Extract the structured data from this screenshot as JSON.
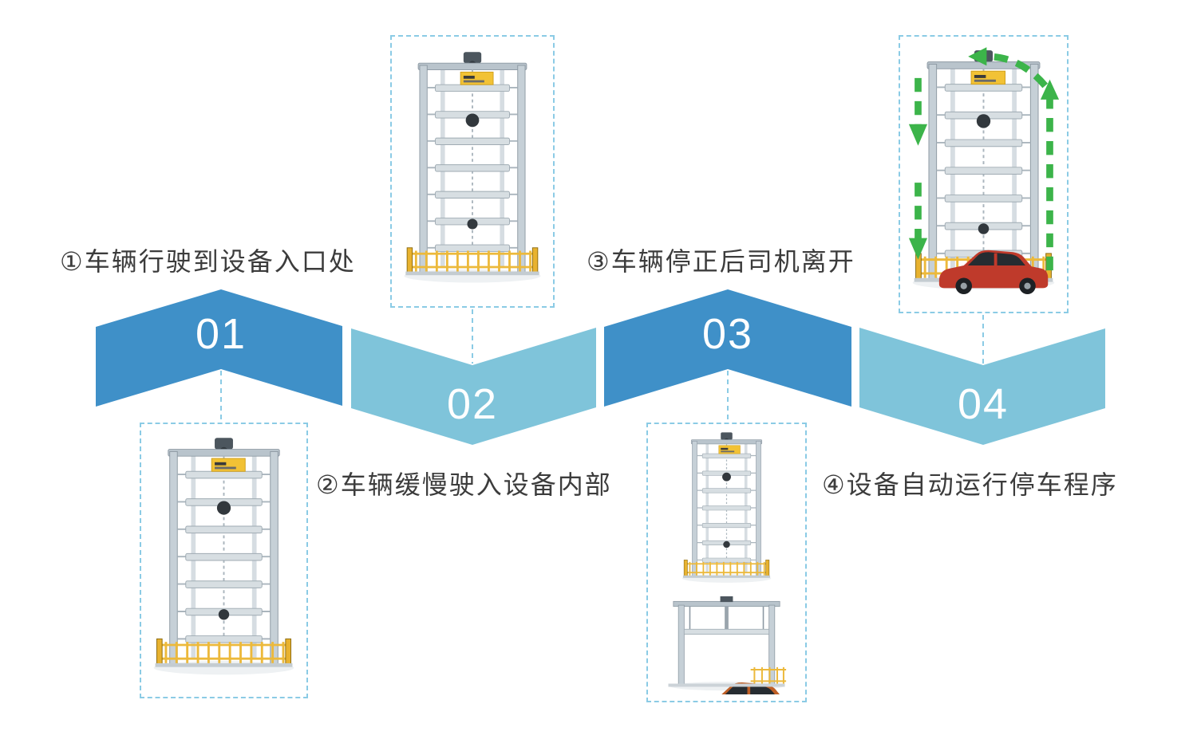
{
  "title": "rotary-parking-process-flow",
  "colors": {
    "chevron_dark": "#3f90c8",
    "chevron_light": "#7fc4da",
    "label_text": "#3c3c3c",
    "number_text": "#ffffff",
    "dashed_border": "#8bcbe5",
    "arrow_green": "#3cb44a",
    "car_red": "#bf3a2b",
    "car_orange": "#bf5f26",
    "fence_yellow": "#ecb93b"
  },
  "steps": [
    {
      "number": "01",
      "label": "①车辆行驶到设备入口处",
      "color": "#3f90c8"
    },
    {
      "number": "02",
      "label": "②车辆缓慢驶入设备内部",
      "color": "#7fc4da"
    },
    {
      "number": "03",
      "label": "③车辆停正后司机离开",
      "color": "#3f90c8"
    },
    {
      "number": "04",
      "label": "④设备自动运行停车程序",
      "color": "#7fc4da"
    }
  ],
  "illustrations": [
    {
      "name": "rotary-parking-tower-car-approaching",
      "step": "01"
    },
    {
      "name": "rotary-parking-tower-car-entering",
      "step": "02"
    },
    {
      "name": "rotary-parking-tower-car-parked-and-lift-view",
      "step": "03"
    },
    {
      "name": "rotary-parking-tower-rotation-cycle",
      "step": "04"
    }
  ]
}
